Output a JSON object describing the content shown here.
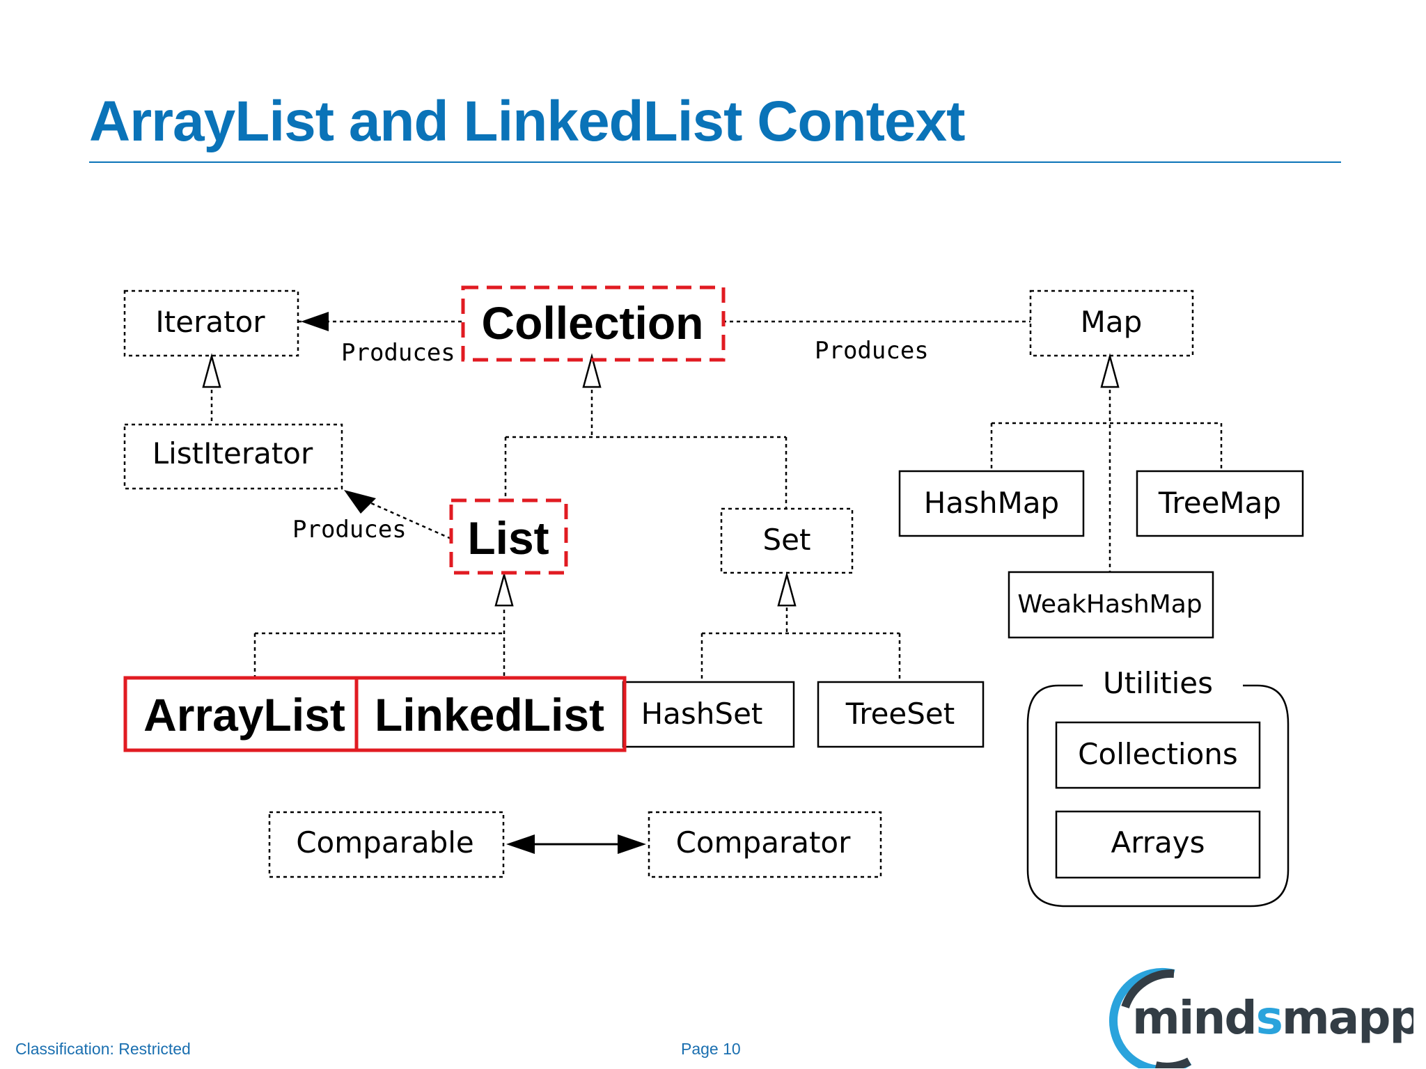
{
  "slide": {
    "title": "ArrayList and LinkedList Context",
    "footer_classification": "Classification: Restricted",
    "footer_page": "Page 10"
  },
  "diagram": {
    "nodes": {
      "iterator": "Iterator",
      "collection": "Collection",
      "map": "Map",
      "list_iterator": "ListIterator",
      "list": "List",
      "set": "Set",
      "hashmap": "HashMap",
      "treemap": "TreeMap",
      "weakhashmap": "WeakHashMap",
      "arraylist": "ArrayList",
      "linkedlist": "LinkedList",
      "hashset": "HashSet",
      "treeset": "TreeSet",
      "comparable": "Comparable",
      "comparator": "Comparator",
      "collections": "Collections",
      "arrays": "Arrays"
    },
    "labels": {
      "produces_iterator": "Produces",
      "produces_map": "Produces",
      "produces_listiterator": "Produces",
      "utilities": "Utilities"
    },
    "highlight_color": "#e11b22"
  },
  "logo": {
    "text_mind": "mind",
    "text_s": "s",
    "text_mapped": "mapped",
    "color_dark": "#333d45",
    "color_blue": "#2aa3dc"
  }
}
